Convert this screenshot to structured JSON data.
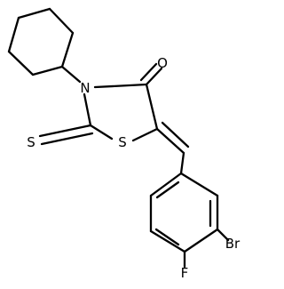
{
  "atoms": {
    "nitrogen": "N",
    "oxygen": "O",
    "ring_sulfur": "S",
    "thione_sulfur": "S",
    "bromine": "Br",
    "fluorine": "F"
  }
}
